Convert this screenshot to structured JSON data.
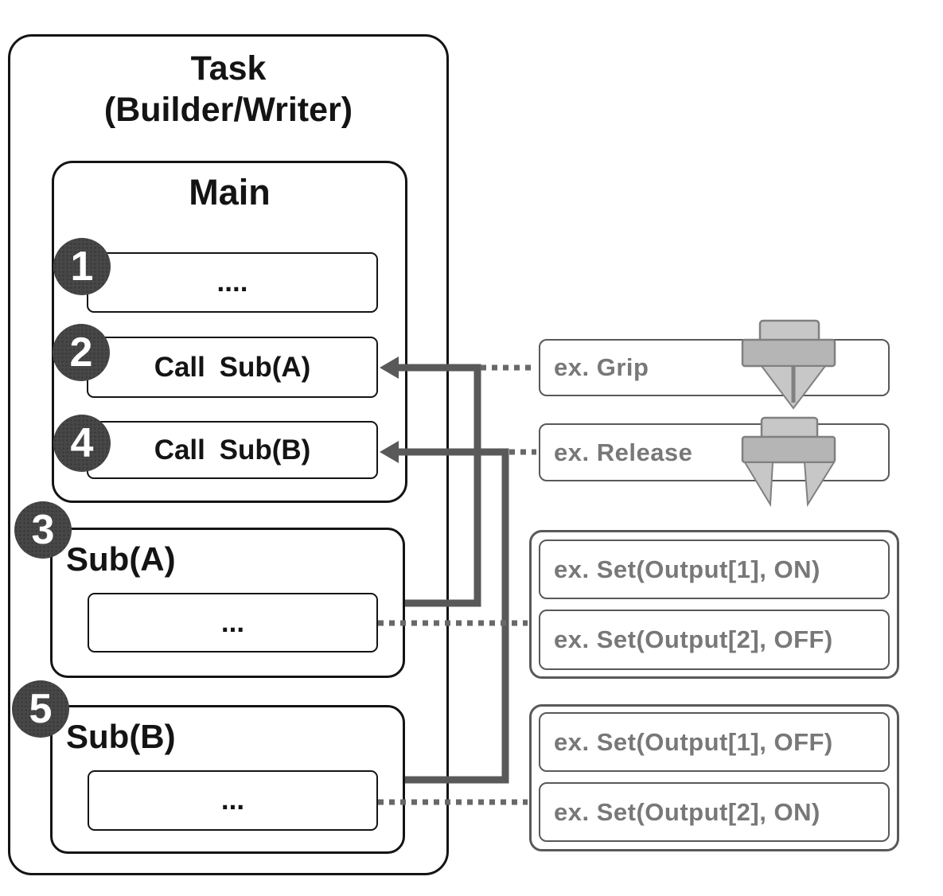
{
  "task": {
    "title_line1": "Task",
    "title_line2": "(Builder/Writer)"
  },
  "main": {
    "title": "Main",
    "steps": [
      {
        "badge": "1",
        "label": "...."
      },
      {
        "badge": "2",
        "label": "Call Sub(A)"
      },
      {
        "badge": "4",
        "label": "Call Sub(B)"
      }
    ]
  },
  "subroutines": [
    {
      "badge": "3",
      "title": "Sub(A)",
      "body": "..."
    },
    {
      "badge": "5",
      "title": "Sub(B)",
      "body": "..."
    }
  ],
  "examples": {
    "grip": {
      "label": "ex. Grip",
      "icon": "gripper-closed-icon"
    },
    "release": {
      "label": "ex. Release",
      "icon": "gripper-open-icon"
    },
    "sub_a": [
      {
        "label": "ex. Set(Output[1], ON)"
      },
      {
        "label": "ex. Set(Output[2], OFF)"
      }
    ],
    "sub_b": [
      {
        "label": "ex. Set(Output[1], OFF)"
      },
      {
        "label": "ex. Set(Output[2], ON)"
      }
    ]
  },
  "colors": {
    "box_border": "#141414",
    "example_border": "#595959",
    "example_text": "#787878",
    "connector": "#595959",
    "dotted_line": "#686868",
    "badge_background": "#474747",
    "gripper_light": "#c7c7c7",
    "gripper_dark": "#b5b5b5"
  }
}
